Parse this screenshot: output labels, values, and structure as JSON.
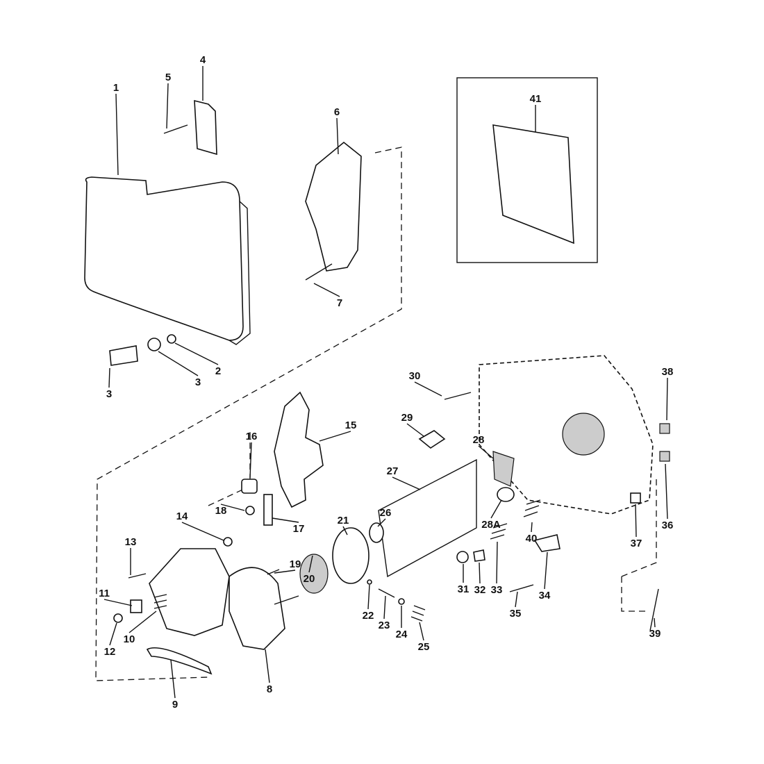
{
  "diagram": {
    "type": "exploded-parts-view",
    "callouts": [
      "1",
      "5",
      "4",
      "6",
      "41",
      "7",
      "2",
      "3",
      "3",
      "30",
      "38",
      "29",
      "28",
      "15",
      "16",
      "27",
      "18",
      "17",
      "14",
      "21",
      "26",
      "28A",
      "36",
      "37",
      "40",
      "13",
      "19",
      "20",
      "31",
      "32",
      "33",
      "34",
      "35",
      "11",
      "22",
      "23",
      "24",
      "25",
      "12",
      "10",
      "39",
      "8",
      "9"
    ]
  }
}
